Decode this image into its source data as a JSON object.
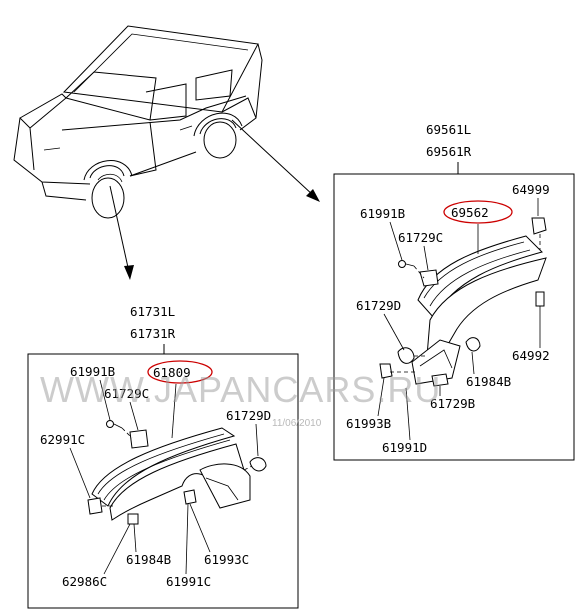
{
  "top_assembly": {
    "part_a": "69561L",
    "part_b": "69561R"
  },
  "bottom_assembly": {
    "part_a": "61731L",
    "part_b": "61731R"
  },
  "right_box": {
    "callouts": [
      "64999",
      "61991B",
      "69562",
      "61729C",
      "61729D",
      "64992",
      "61984B",
      "61993B",
      "61729B",
      "61991D"
    ],
    "highlighted_part": "69562"
  },
  "left_box": {
    "callouts": [
      "61991B",
      "61809",
      "61729C",
      "61729D",
      "62991C",
      "61984B",
      "61993C",
      "62986C",
      "61991C"
    ],
    "highlighted_part": "61809"
  },
  "watermark": {
    "text": "WWW.JAPANCARS.RU",
    "date": "11/06/2010"
  },
  "colors": {
    "line": "#000000",
    "highlight": "#cc0000",
    "watermark": "#9a9a9a"
  }
}
